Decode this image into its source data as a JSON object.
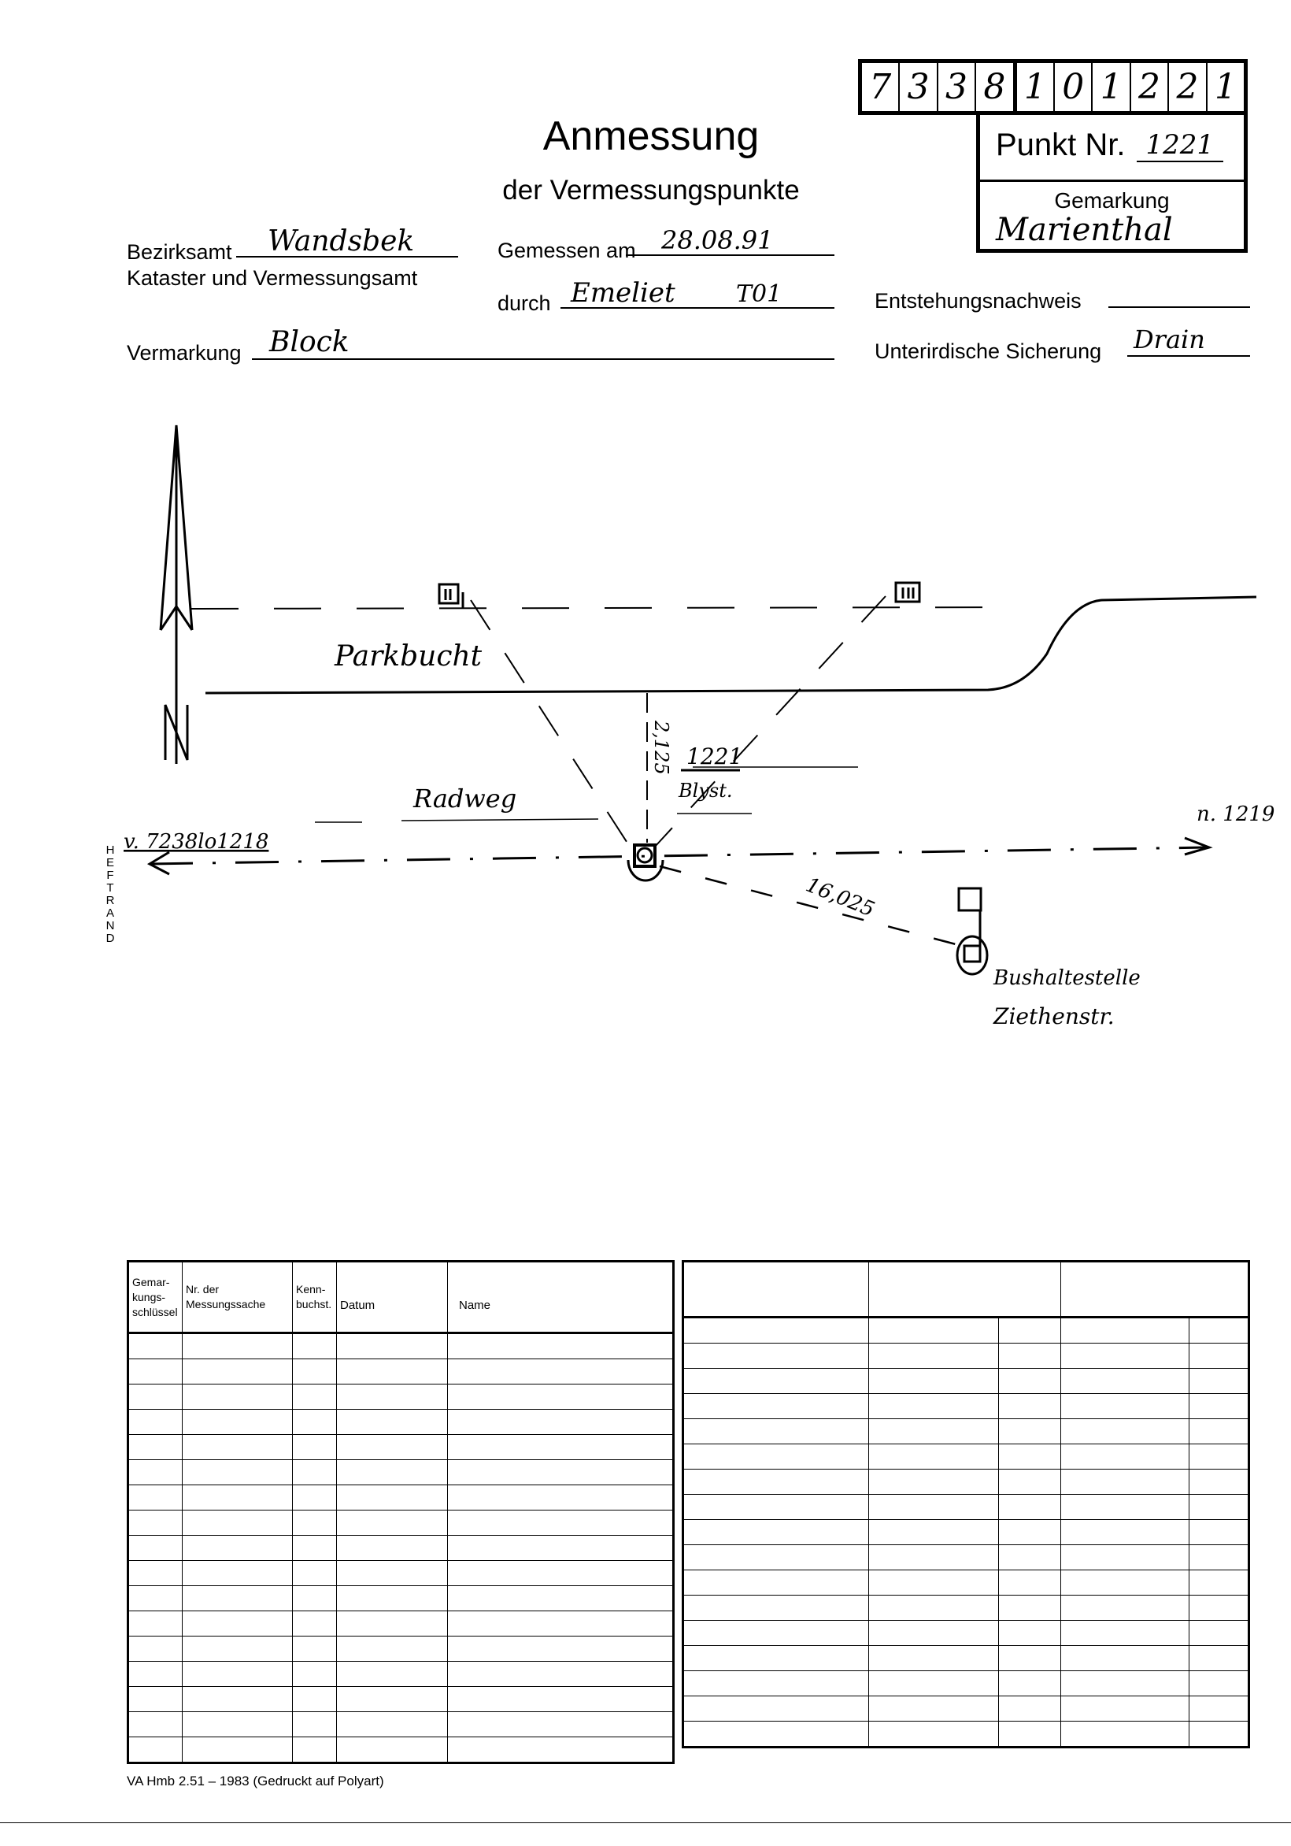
{
  "code_digits": [
    "7",
    "3",
    "3",
    "8",
    "1",
    "0",
    "1",
    "2",
    "2",
    "1"
  ],
  "punkt": {
    "label": "Punkt Nr.",
    "value": "1221"
  },
  "gemarkung": {
    "label": "Gemarkung",
    "value": "Marienthal"
  },
  "header": {
    "title": "Anmessung",
    "subtitle": "der Vermessungspunkte"
  },
  "fields": {
    "bezirksamt_label": "Bezirksamt",
    "bezirksamt_value": "Wandsbek",
    "kataster_label": "Kataster und Vermessungsamt",
    "gemessen_label": "Gemessen am",
    "gemessen_value": "28.08.91",
    "durch_label": "durch",
    "durch_value": "Emeliet",
    "durch_code": "T01",
    "vermarkung_label": "Vermarkung",
    "vermarkung_value": "Block",
    "entstehung_label": "Entstehungsnachweis",
    "sicherung_label": "Unterirdische Sicherung",
    "sicherung_value": "Drain"
  },
  "sketch": {
    "parkbucht": "Parkbucht",
    "radweg": "Radweg",
    "point_number": "1221",
    "point_type": "Blyst.",
    "distance_vertical": "2,125",
    "distance_diagonal": "16,025",
    "from_label": "v. 7238lo1218",
    "to_label": "n. 1219",
    "bus_stop_line1": "Bushaltestelle",
    "bus_stop_line2": "Ziethenstr.",
    "north": "N"
  },
  "margin_label": "HEFTRAND",
  "left_table": {
    "headers": [
      "Gemar-\nkungs-\nschlüssel",
      "Nr. der\nMessungssache",
      "Kenn-\nbuchst.",
      "Datum",
      "Name"
    ],
    "row_count": 17
  },
  "right_table": {
    "row_count": 17
  },
  "footer": "VA Hmb 2.51 – 1983 (Gedruckt auf Polyart)"
}
